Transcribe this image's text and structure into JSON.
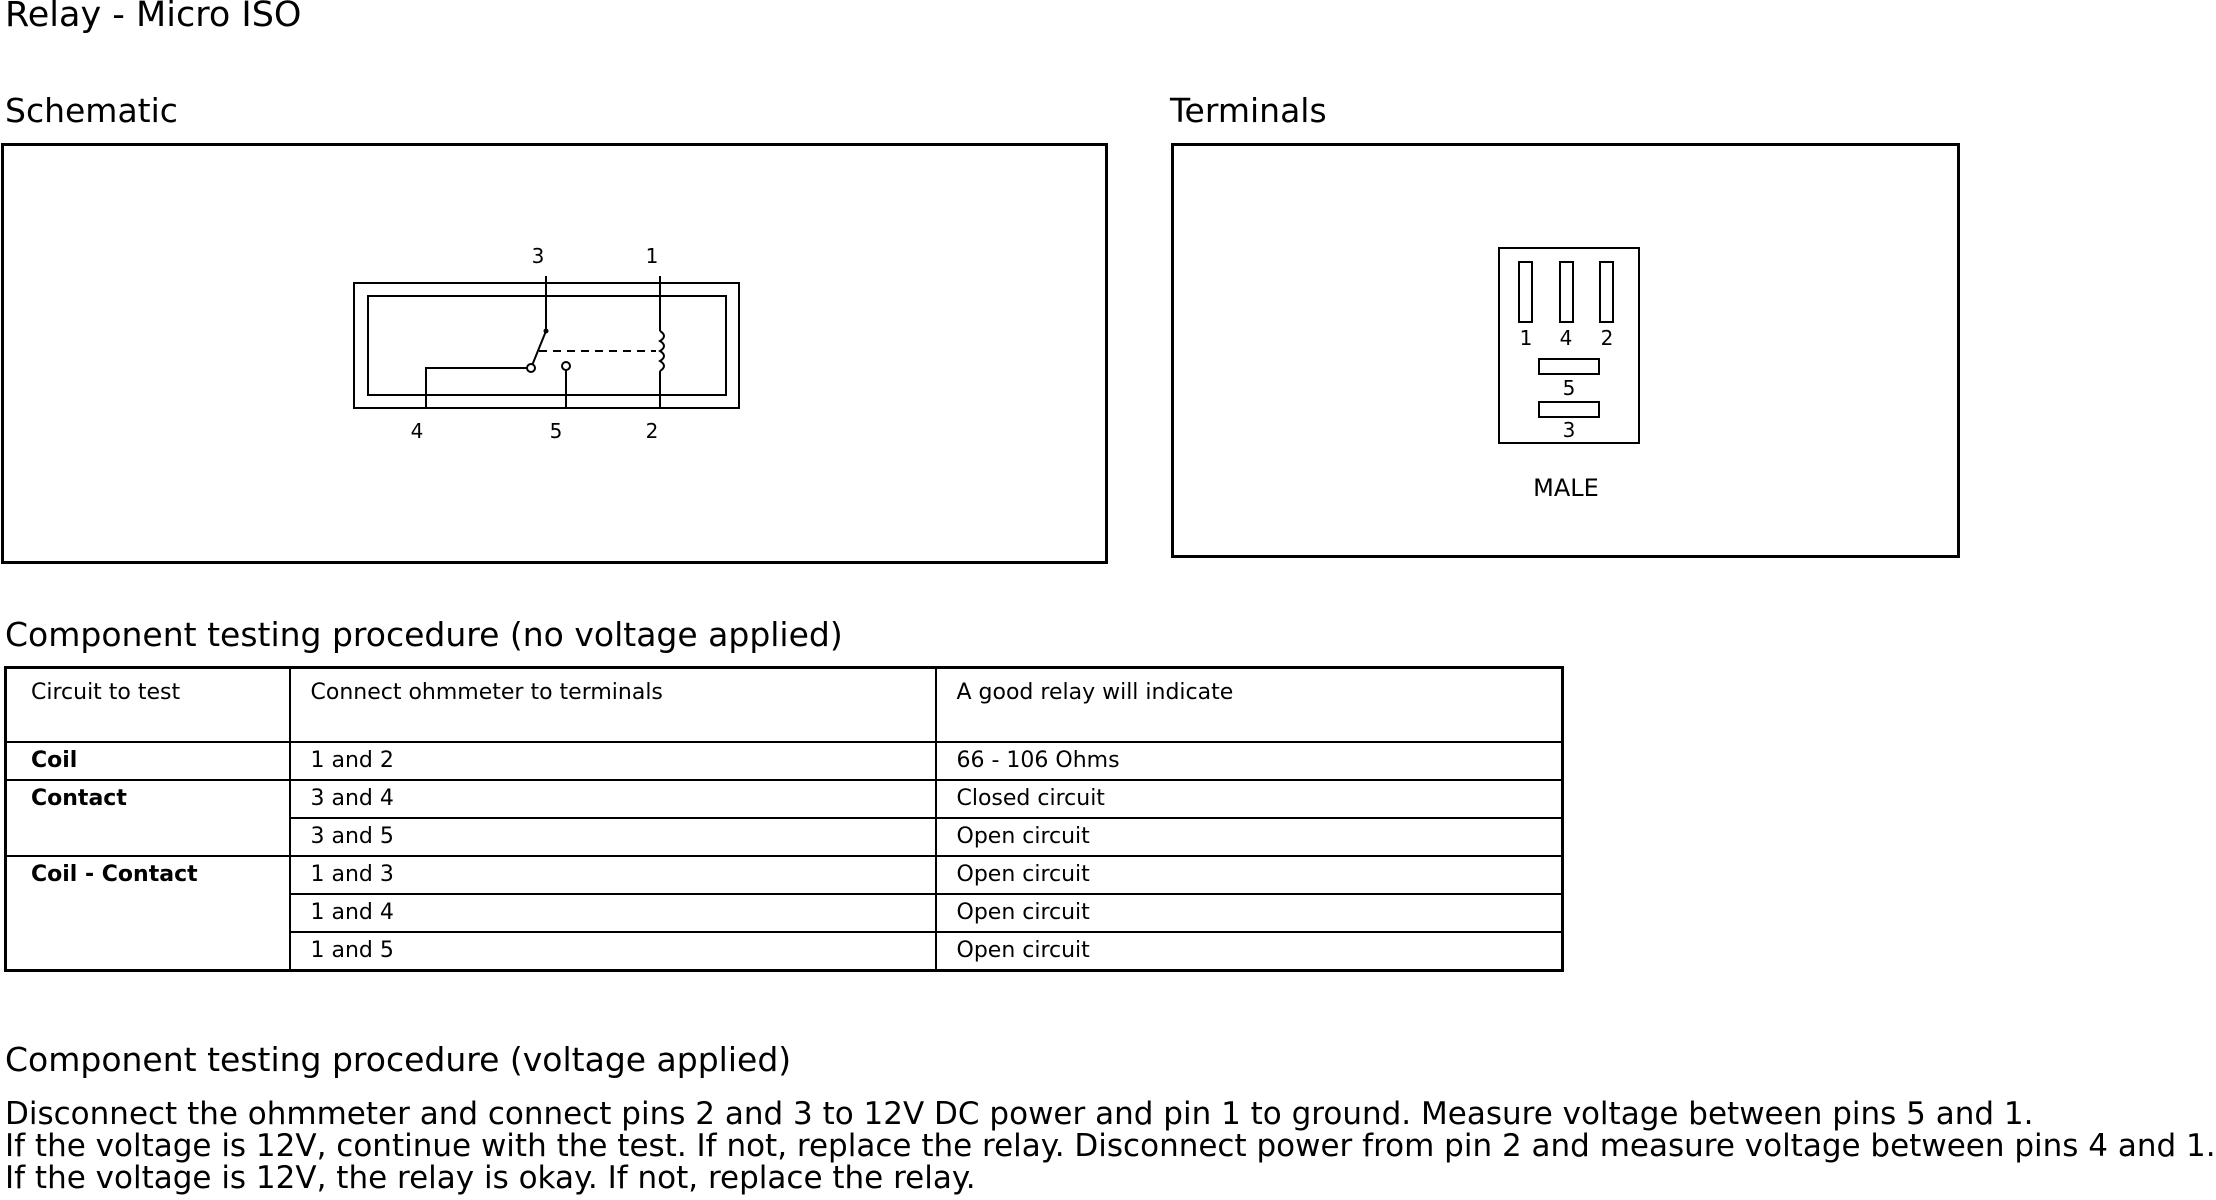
{
  "title": "Relay - Micro ISO",
  "schematic": {
    "heading": "Schematic",
    "pins": {
      "top_left": "3",
      "top_right": "1",
      "bottom_left": "4",
      "bottom_mid": "5",
      "bottom_right": "2"
    }
  },
  "terminals": {
    "heading": "Terminals",
    "pins": {
      "p1": "1",
      "p4": "4",
      "p2": "2",
      "p5": "5",
      "p3": "3"
    },
    "caption": "MALE"
  },
  "no_voltage": {
    "heading": "Component testing procedure (no voltage applied)",
    "columns": [
      "Circuit to test",
      "Connect ohmmeter to terminals",
      "A good relay will indicate"
    ],
    "rows": [
      {
        "circuit": "Coil",
        "terminals": "1 and 2",
        "result": "66 - 106 Ohms"
      },
      {
        "circuit": "Contact",
        "terminals": "3 and 4",
        "result": "Closed circuit"
      },
      {
        "circuit": "",
        "terminals": "3 and 5",
        "result": "Open circuit"
      },
      {
        "circuit": "Coil - Contact",
        "terminals": "1 and 3",
        "result": "Open circuit"
      },
      {
        "circuit": "",
        "terminals": "1 and 4",
        "result": "Open circuit"
      },
      {
        "circuit": "",
        "terminals": "1 and 5",
        "result": "Open circuit"
      }
    ]
  },
  "voltage": {
    "heading": "Component testing procedure (voltage applied)",
    "lines": [
      "Disconnect the ohmmeter and connect pins 2 and 3 to 12V DC power and pin 1 to ground. Measure voltage between pins 5 and 1.",
      "If the voltage is 12V, continue with the test. If not, replace the relay. Disconnect power from pin 2 and measure voltage between pins 4 and 1.",
      "If the voltage is 12V, the relay is okay. If not, replace the relay."
    ]
  }
}
